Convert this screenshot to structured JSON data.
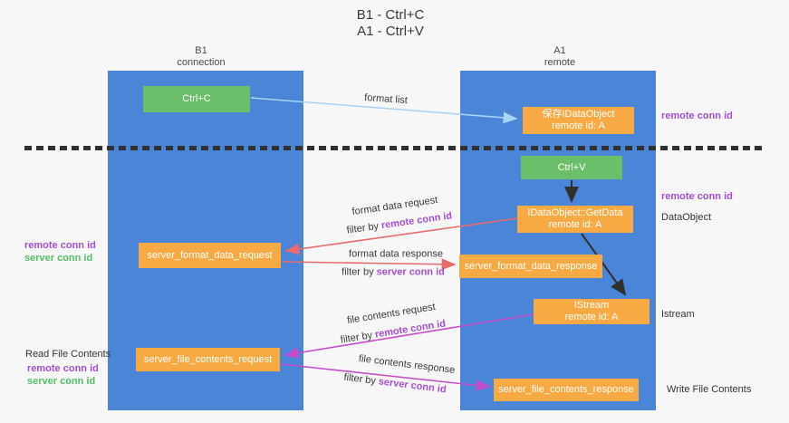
{
  "title": {
    "line1": "B1 - Ctrl+C",
    "line2": "A1 - Ctrl+V"
  },
  "lanes": {
    "left": {
      "name": "B1",
      "role": "connection"
    },
    "right": {
      "name": "A1",
      "role": "remote"
    }
  },
  "boxes": {
    "ctrl_c": {
      "label": "Ctrl+C"
    },
    "ctrl_v": {
      "label": "Ctrl+V"
    },
    "store_dataobject": {
      "line1": "保存IDataObject",
      "line2": "remote id: A"
    },
    "getdata": {
      "line1": "IDataObject::GetData",
      "line2": "remote id: A"
    },
    "istream": {
      "line1": "IStream",
      "line2": "remote id: A"
    },
    "format_request": {
      "label": "server_format_data_request"
    },
    "format_response": {
      "label": "server_format_data_response"
    },
    "file_request": {
      "label": "server_file_contents_request"
    },
    "file_response": {
      "label": "server_file_contents_response"
    }
  },
  "arrow_labels": {
    "format_list": "format list",
    "format_request": "format data request",
    "format_request_filter_prefix": "filter by ",
    "format_request_filter_key": "remote conn id",
    "format_response": "format data response",
    "format_response_filter_prefix": "filter by ",
    "format_response_filter_key": "server conn id",
    "file_request": "file contents request",
    "file_request_filter_prefix": "filter by ",
    "file_request_filter_key": "remote conn id",
    "file_response": "file contents response",
    "file_response_filter_prefix": "filter by ",
    "file_response_filter_key": "server conn id"
  },
  "side_labels": {
    "right_remote_conn_top": "remote conn id",
    "right_remote_conn_mid": "remote conn id",
    "right_dataobject": "DataObject",
    "right_istream": "Istream",
    "right_write_file": "Write File Contents",
    "left_remote_conn_mid": "remote conn id",
    "left_server_conn_mid": "server conn id",
    "left_read_file": "Read File Contents",
    "left_remote_conn_bottom": "remote conn id",
    "left_server_conn_bottom": "server conn id"
  },
  "colors": {
    "bg": "#f7f7f8",
    "lane": "#4a85d8",
    "green": "#6bbf6b",
    "orange": "#f7a944",
    "purple": "#a44fcf",
    "greenlabel": "#57bd68",
    "red": "#e96b6d",
    "magenta": "#c44ec9",
    "bluearrow": "#a9d5f5",
    "ink": "#303030"
  }
}
